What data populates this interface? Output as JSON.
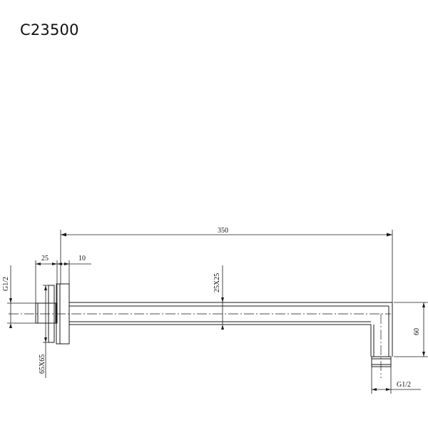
{
  "title": "C23500",
  "dimensions": {
    "overall_length": "350",
    "inlet_thread": "G1/2",
    "flange_offset": "25",
    "flange_thickness": "10",
    "arm_section": "25X25",
    "flange_size": "65X65",
    "drop_height": "60",
    "outlet_thread": "G1/2"
  }
}
